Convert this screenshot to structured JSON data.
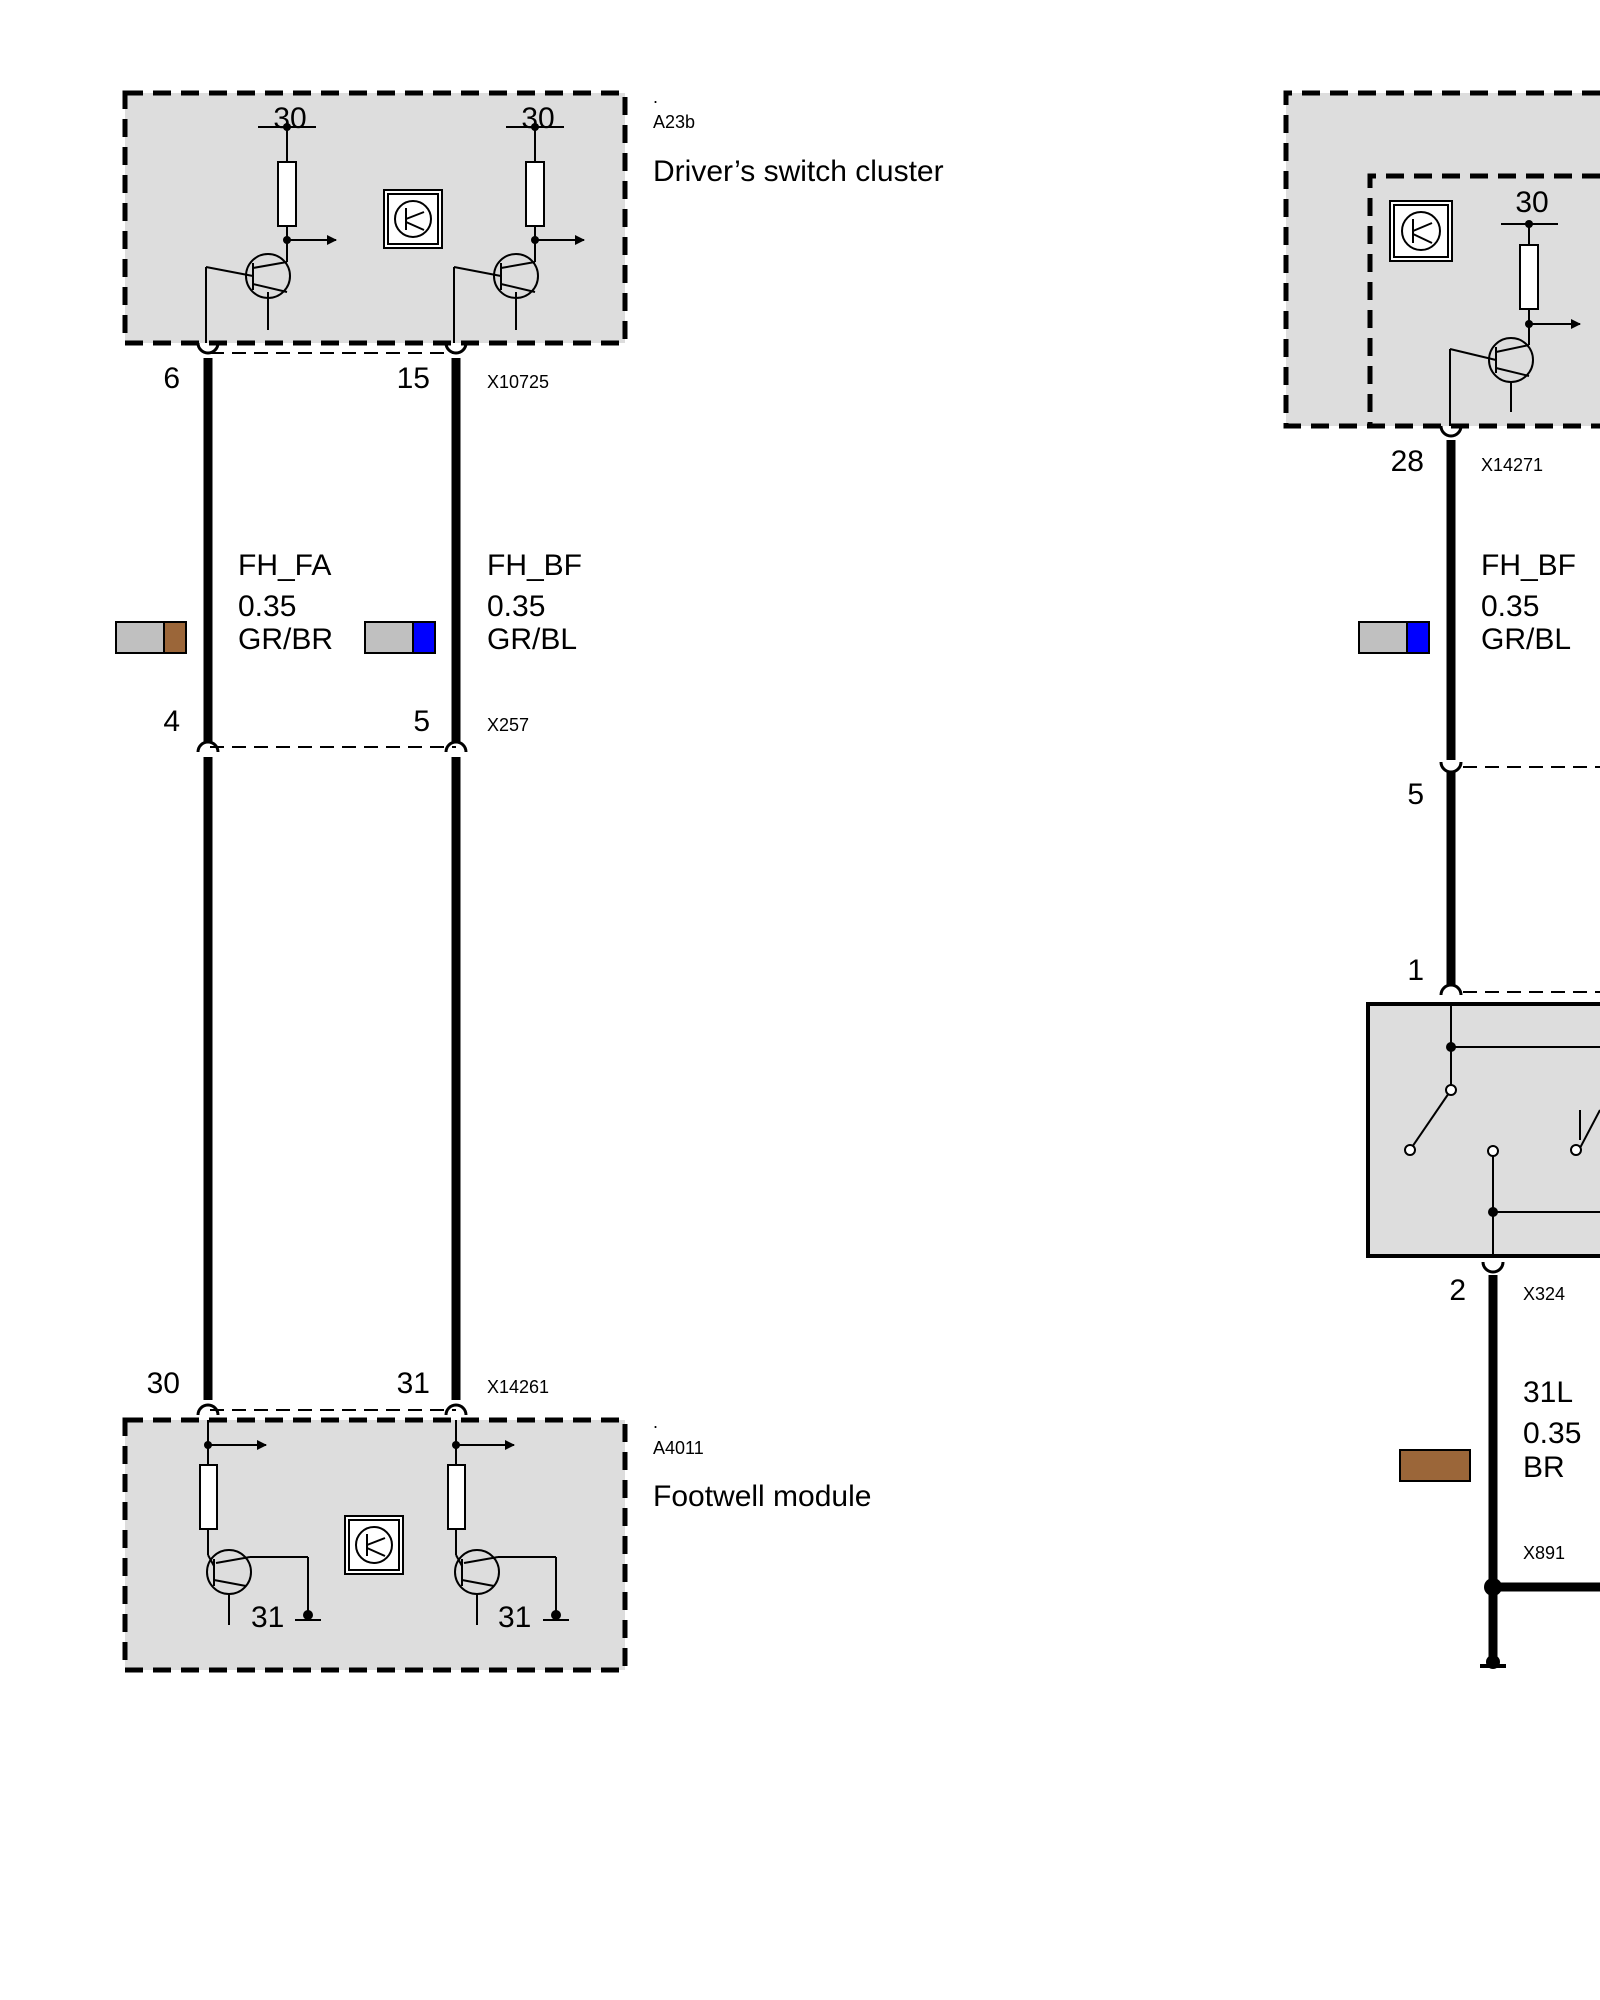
{
  "diagram": {
    "components": {
      "a23b": {
        "dot": ".",
        "id": "A23b",
        "title": "Driver’s switch cluster",
        "pin_left": "30",
        "pin_right": "30"
      },
      "a4011": {
        "dot": ".",
        "id": "A4011",
        "title": "Footwell module",
        "ground_left": "31",
        "ground_right": "31"
      },
      "right_module": {
        "pin": "30"
      }
    },
    "connectors": {
      "x10725": {
        "id": "X10725",
        "pin_left": "6",
        "pin_right": "15"
      },
      "x257": {
        "id": "X257",
        "pin_left": "4",
        "pin_right": "5"
      },
      "x14261": {
        "id": "X14261",
        "pin_left": "30",
        "pin_right": "31"
      },
      "x14271": {
        "id": "X14271",
        "pin": "28"
      },
      "x_right_mid": {
        "pin": "5"
      },
      "switch_top": {
        "pin": "1"
      },
      "x324": {
        "id": "X324",
        "pin": "2"
      },
      "x891": {
        "id": "X891"
      }
    },
    "wires": {
      "w1": {
        "signal": "FH_FA",
        "gauge": "0.35",
        "color_code": "GR/BR",
        "swatch_main": "#c0c0c0",
        "swatch_stripe": "#9b6639"
      },
      "w2": {
        "signal": "FH_BF",
        "gauge": "0.35",
        "color_code": "GR/BL",
        "swatch_main": "#c0c0c0",
        "swatch_stripe": "#0000ff"
      },
      "w3": {
        "signal": "FH_BF",
        "gauge": "0.35",
        "color_code": "GR/BL",
        "swatch_main": "#c0c0c0",
        "swatch_stripe": "#0000ff"
      },
      "w4": {
        "signal": "31L",
        "gauge": "0.35",
        "color_code": "BR",
        "swatch_main": "#9b6639"
      }
    },
    "colors": {
      "module_fill": "#dddddd",
      "line": "#000000"
    }
  }
}
